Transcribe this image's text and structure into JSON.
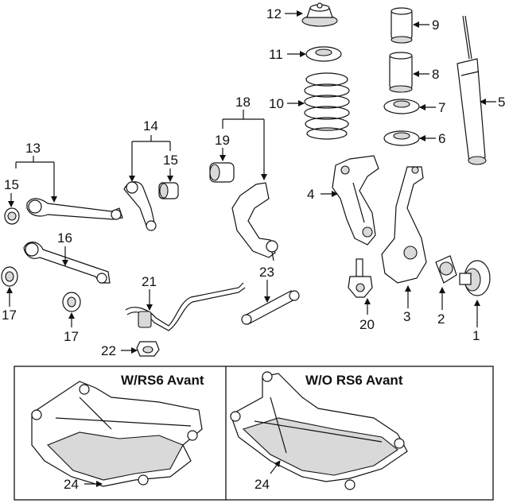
{
  "callouts": {
    "c1": "1",
    "c2": "2",
    "c3": "3",
    "c4": "4",
    "c5": "5",
    "c6": "6",
    "c7": "7",
    "c8": "8",
    "c9": "9",
    "c10": "10",
    "c11": "11",
    "c12": "12",
    "c13": "13",
    "c14": "14",
    "c15a": "15",
    "c15b": "15",
    "c16": "16",
    "c17a": "17",
    "c17b": "17",
    "c18": "18",
    "c19": "19",
    "c20": "20",
    "c21": "21",
    "c22": "22",
    "c23": "23",
    "c24a": "24",
    "c24b": "24"
  },
  "panels": {
    "left_title": "W/RS6 Avant",
    "right_title": "W/O RS6 Avant"
  },
  "colors": {
    "line": "#111111",
    "shading": "#d9d9d9",
    "background": "#ffffff"
  }
}
